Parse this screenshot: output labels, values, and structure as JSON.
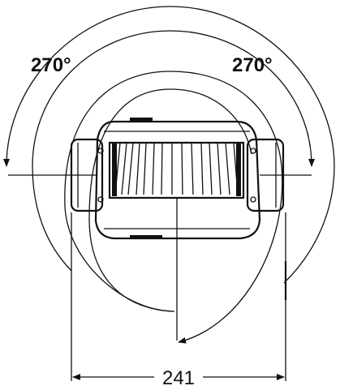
{
  "labels": {
    "rotation_left": "270°",
    "rotation_right": "270°",
    "width_dimension": "241"
  },
  "colors": {
    "line": "#111111",
    "background": "#ffffff"
  }
}
